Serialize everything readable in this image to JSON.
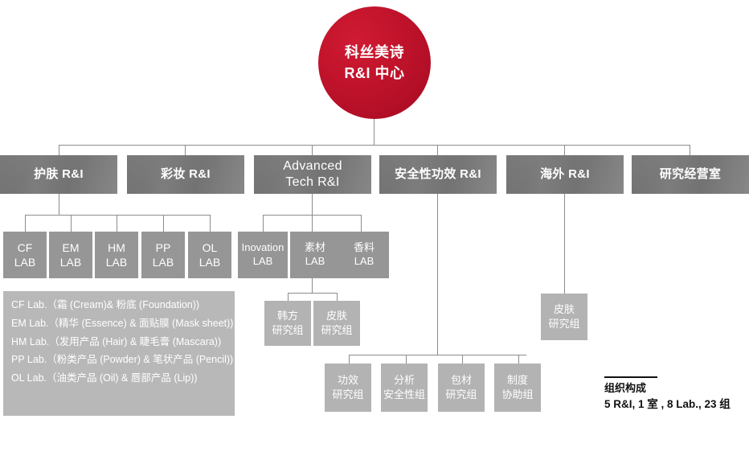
{
  "root": {
    "line1": "科丝美诗",
    "line2": "R&I 中心"
  },
  "divisions": [
    {
      "label": "护肤 R&I"
    },
    {
      "label": "彩妆 R&I"
    },
    {
      "label_line1": "Advanced",
      "label_line2": "Tech R&I"
    },
    {
      "label": "安全性功效 R&I"
    },
    {
      "label": "海外 R&I"
    },
    {
      "label": "研究经营室"
    }
  ],
  "skincare_labs": [
    {
      "line1": "CF",
      "line2": "LAB"
    },
    {
      "line1": "EM",
      "line2": "LAB"
    },
    {
      "line1": "HM",
      "line2": "LAB"
    },
    {
      "line1": "PP",
      "line2": "LAB"
    },
    {
      "line1": "OL",
      "line2": "LAB"
    }
  ],
  "advanced_labs": [
    {
      "line1": "Inovation",
      "line2": "LAB"
    },
    {
      "line1": "素材",
      "line2": "LAB"
    },
    {
      "line1": "香料",
      "line2": "LAB"
    }
  ],
  "advanced_teams": [
    {
      "line1": "韩方",
      "line2": "研究组"
    },
    {
      "line1": "皮肤",
      "line2": "研究组"
    }
  ],
  "safety_teams": [
    {
      "line1": "功效",
      "line2": "研究组"
    },
    {
      "line1": "分析",
      "line2": "安全性组"
    },
    {
      "line1": "包材",
      "line2": "研究组"
    },
    {
      "line1": "制度",
      "line2": "协助组"
    }
  ],
  "overseas_teams": [
    {
      "line1": "皮肤",
      "line2": "研究组"
    }
  ],
  "legend": {
    "rows": [
      "CF Lab.（霜 (Cream)& 粉底 (Foundation))",
      "EM Lab.（精华 (Essence) & 面贴膜 (Mask sheet))",
      "HM Lab.（发用产品 (Hair) & 睫毛膏 (Mascara))",
      "PP Lab.（粉类产品 (Powder) & 笔状产品 (Pencil))",
      "OL Lab.（油类产品 (Oil) & 唇部产品 (Lip))"
    ]
  },
  "summary": {
    "title": "组织构成",
    "detail": "5 R&I, 1 室 , 8 Lab., 23 组"
  },
  "colors": {
    "brand_red": "#c0132b",
    "division_gray": "#7a7a7a",
    "lab_gray": "#969696",
    "team_gray": "#b3b3b3",
    "legend_gray": "#b8b8b8",
    "connector_gray": "#8c8c8c"
  }
}
